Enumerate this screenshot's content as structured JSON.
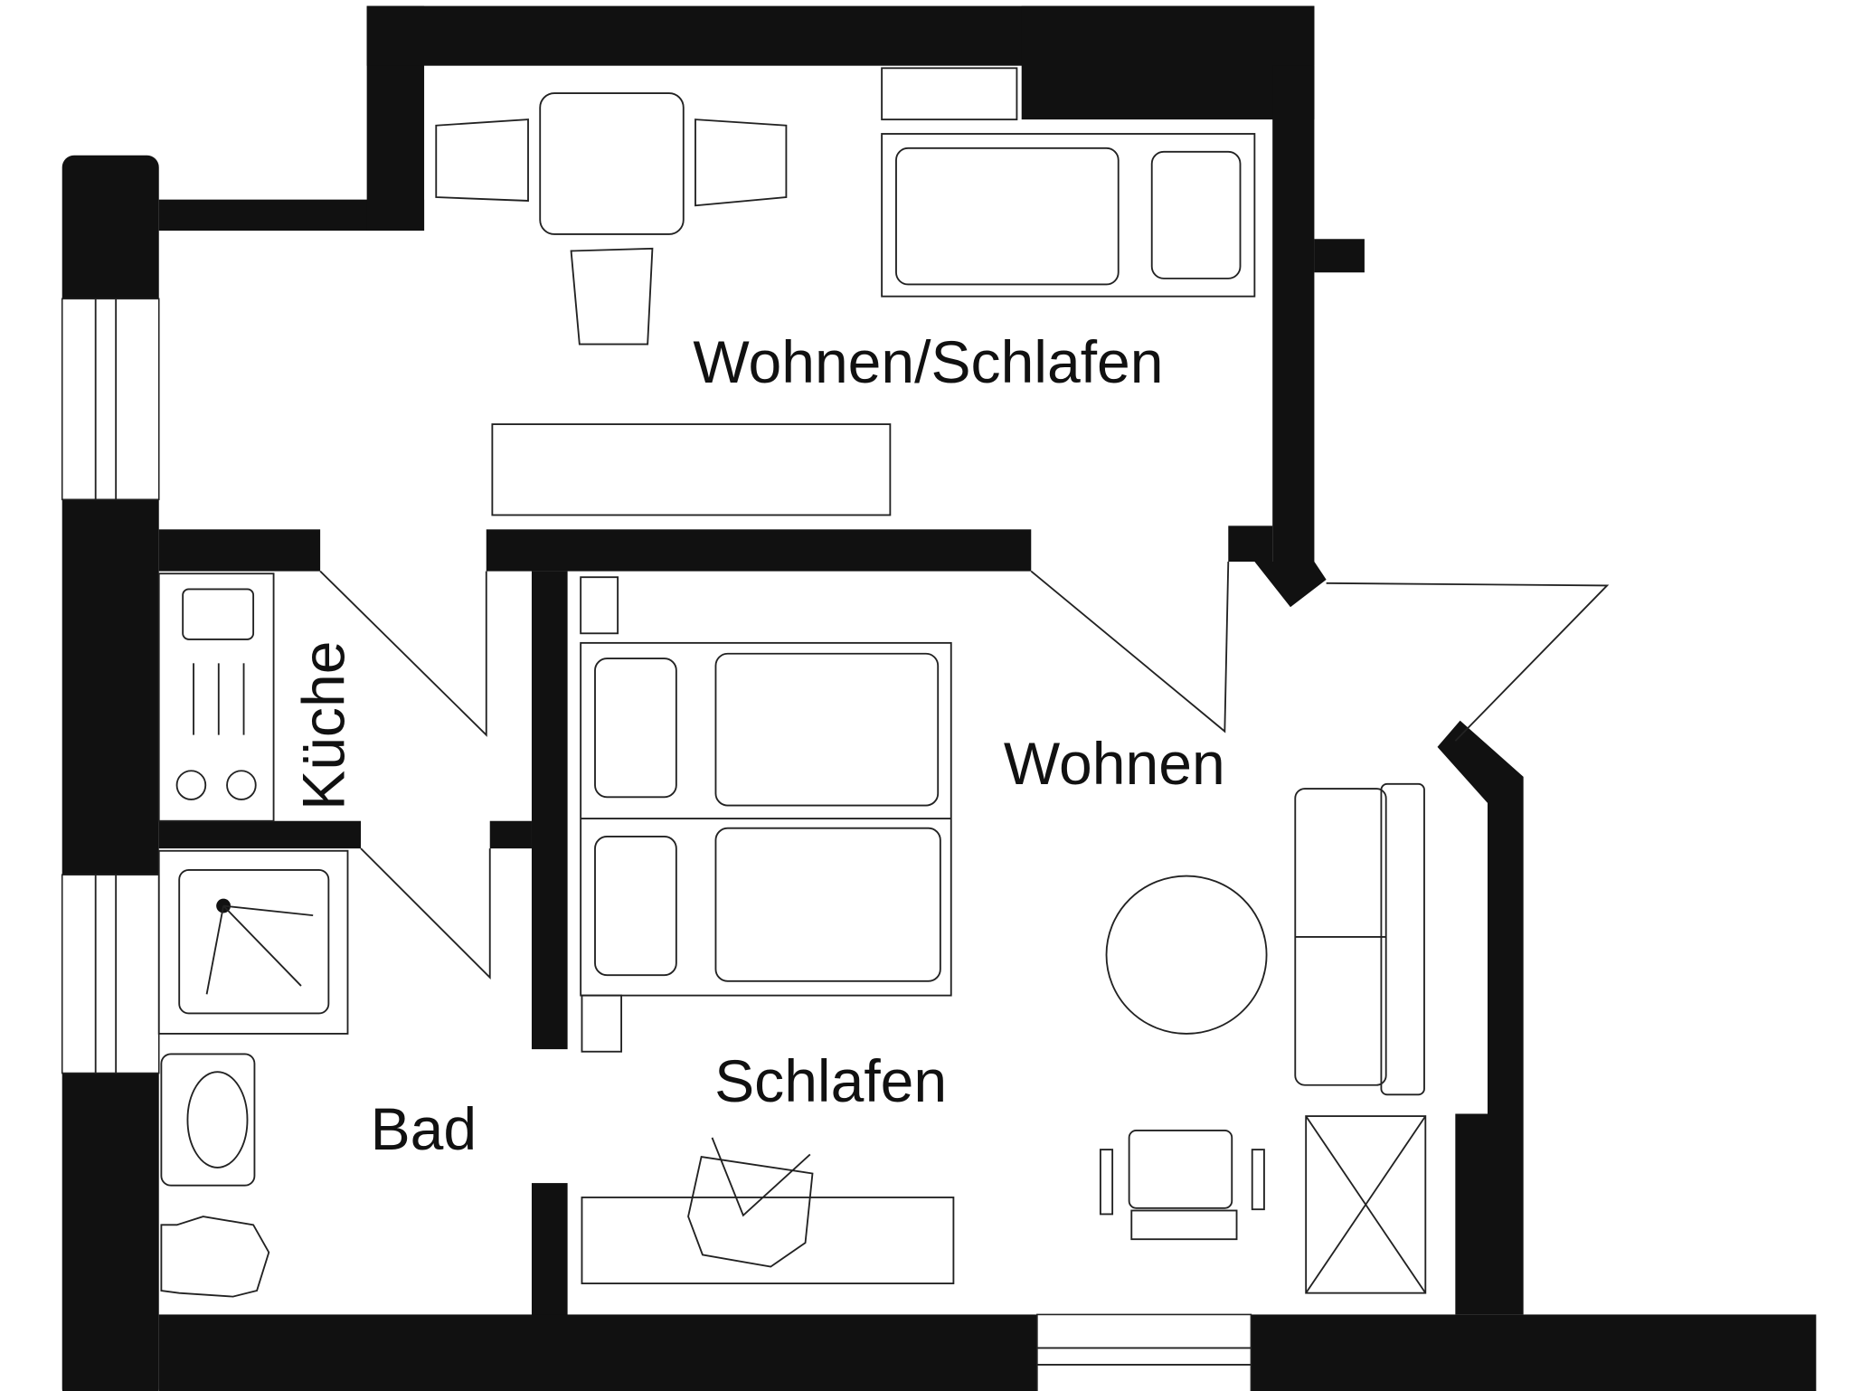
{
  "plan": {
    "rooms": {
      "wohnen_schlafen": "Wohnen/Schlafen",
      "kueche": "Küche",
      "wohnen": "Wohnen",
      "schlafen": "Schlafen",
      "bad": "Bad"
    },
    "colors": {
      "wall": "#111111",
      "background": "#ffffff",
      "line": "#222222"
    }
  }
}
